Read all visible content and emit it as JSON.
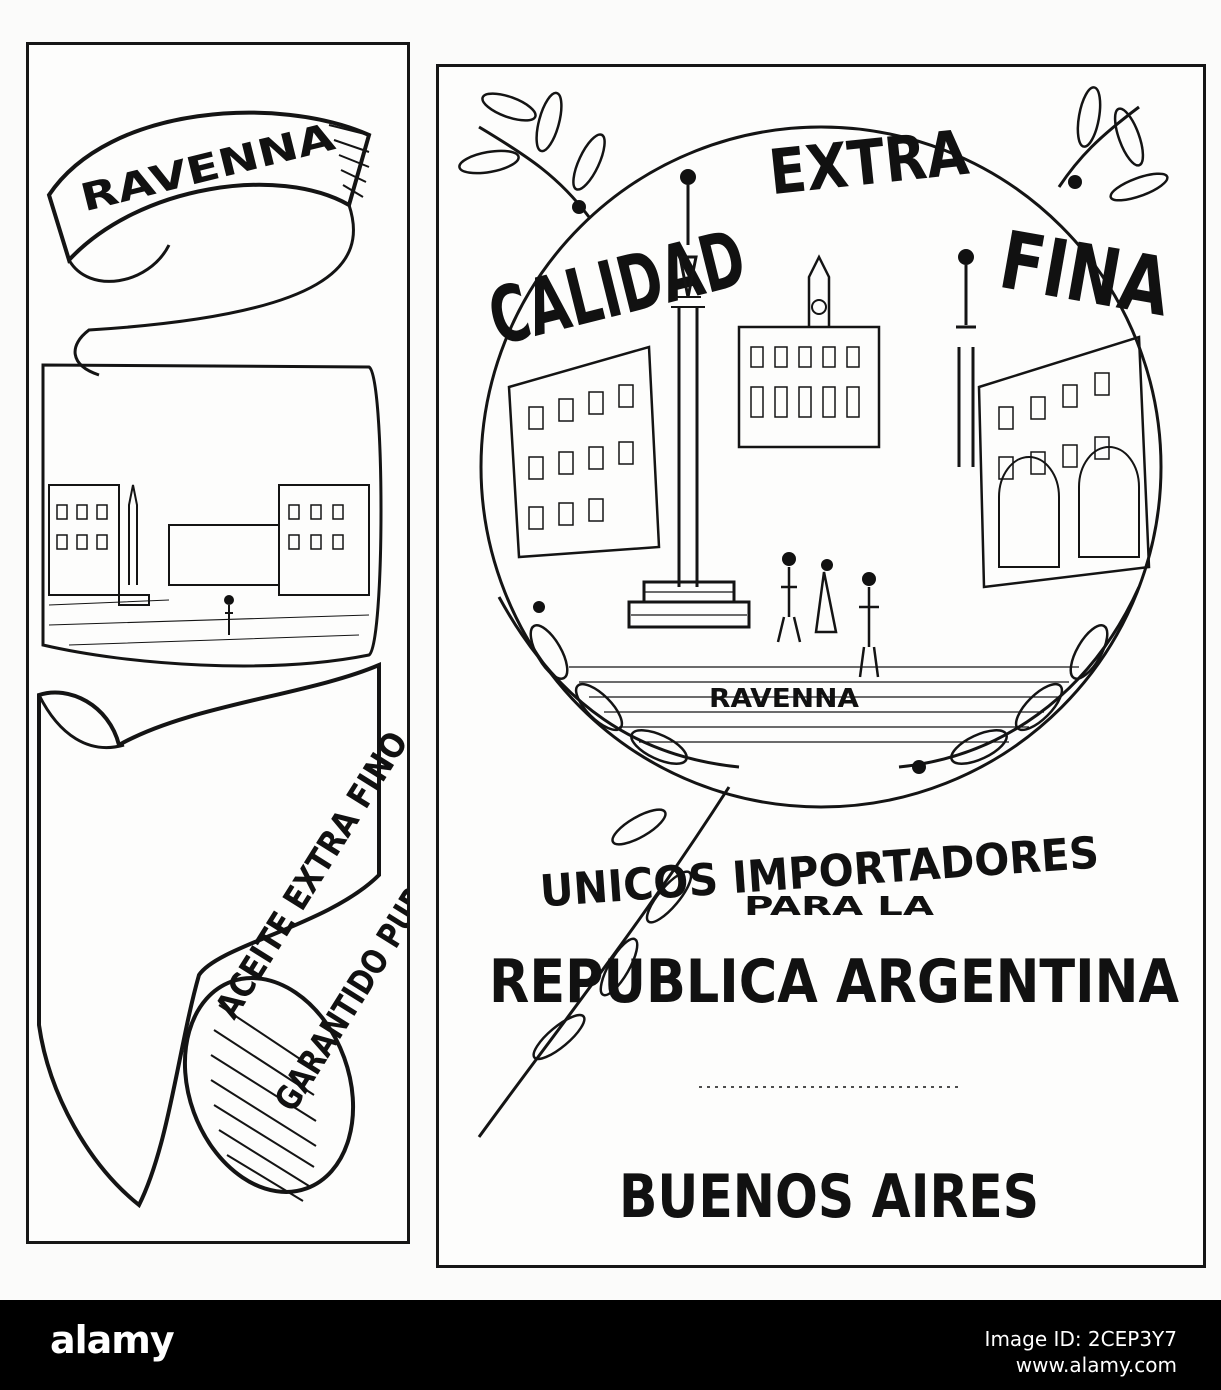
{
  "left_label": {
    "ribbon_top": "RAVENNA",
    "line1": "ACEITE EXTRA FINO",
    "line2": "GARANTIDO PURO OLIVA"
  },
  "right_label": {
    "top_arc": "EXTRA",
    "left_big": "CALIDAD",
    "right_big": "FINA",
    "city_caption": "RAVENNA",
    "importers_arc": "UNICOS IMPORTADORES",
    "para_la": "PARA LA",
    "country": "REPUBLICA ARGENTINA",
    "city": "BUENOS AIRES"
  },
  "watermark": {
    "brand": "alamy",
    "stock_line1": "Image ID: 2CEP3Y7",
    "stock_line2": "www.alamy.com"
  }
}
